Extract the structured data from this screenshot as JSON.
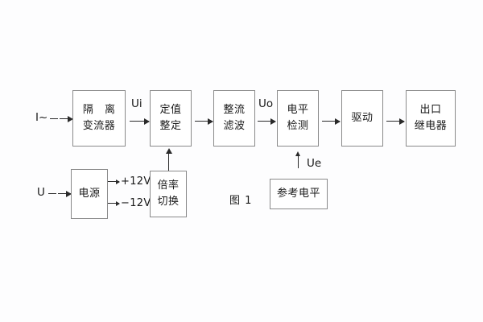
{
  "diagram": {
    "caption": "图 1",
    "main_blocks": [
      {
        "id": "isolation-ct",
        "line1": "隔 离",
        "line2": "变流器"
      },
      {
        "id": "setting",
        "line1": "定值",
        "line2": "整定"
      },
      {
        "id": "rectify-filter",
        "line1": "整流",
        "line2": "滤波"
      },
      {
        "id": "level-detect",
        "line1": "电平",
        "line2": "检测"
      },
      {
        "id": "driver",
        "line1": "驱动",
        "line2": ""
      },
      {
        "id": "output-relay",
        "line1": "出口",
        "line2": "继电器"
      }
    ],
    "aux_blocks": [
      {
        "id": "power-supply",
        "line1": "电源",
        "line2": ""
      },
      {
        "id": "range-switch",
        "line1": "倍率",
        "line2": "切换"
      },
      {
        "id": "reference-level",
        "line1": "参考电平",
        "line2": ""
      }
    ],
    "signals": {
      "current_input": "I~",
      "voltage_input": "U",
      "ui": "Ui",
      "uo": "Uo",
      "ue": "Ue",
      "rail_positive": "+12V",
      "rail_negative": "−12V"
    }
  }
}
